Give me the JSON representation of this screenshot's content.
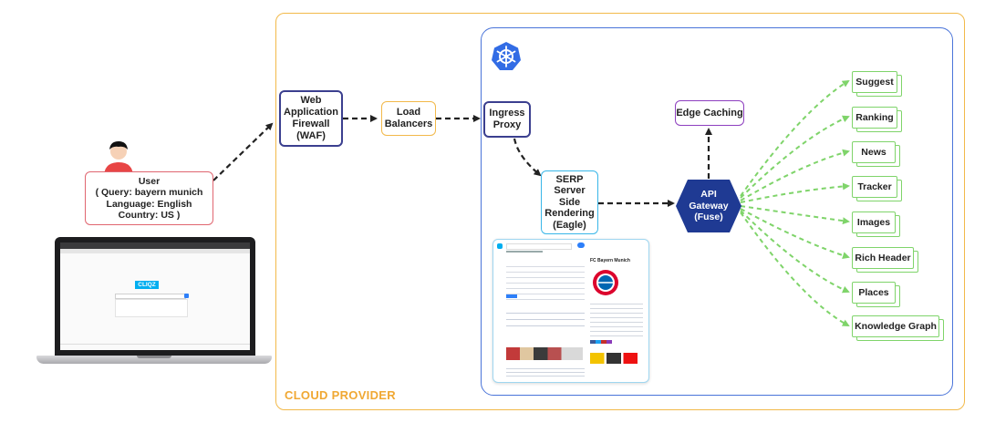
{
  "user": {
    "label": "User\n( Query: bayern munich\nLanguage: English\nCountry: US )"
  },
  "laptop": {
    "brand_logo": "CLIQZ"
  },
  "cloud": {
    "label": "CLOUD PROVIDER"
  },
  "nodes": {
    "waf": "Web\nApplication\nFirewall\n(WAF)",
    "load_balancers": "Load\nBalancers",
    "ingress": "Ingress\nProxy",
    "serp": "SERP\nServer\nSide\nRendering\n(Eagle)",
    "api_gateway": "API\nGateway\n(Fuse)",
    "edge_caching": "Edge Caching"
  },
  "services": [
    "Suggest",
    "Ranking",
    "News",
    "Tracker",
    "Images",
    "Rich Header",
    "Places",
    "Knowledge Graph"
  ],
  "serp_preview": {
    "entity_title": "FC Bayern Munich"
  },
  "colors": {
    "cloud_border": "#f2b94a",
    "cloud_text": "#f0a833",
    "k8s_border": "#4a74d9",
    "k8s_logo": "#326ce5",
    "user_border": "#e06670",
    "waf_border": "#3b3f8f",
    "lb_border": "#f2b94a",
    "ingress_border": "#3b3f8f",
    "serp_border": "#38b6e8",
    "gateway_fill": "#1f3a93",
    "edge_border": "#8e3fbf",
    "service_border": "#7fd46a",
    "arrow_dark": "#222222",
    "arrow_green": "#7fd46a"
  }
}
